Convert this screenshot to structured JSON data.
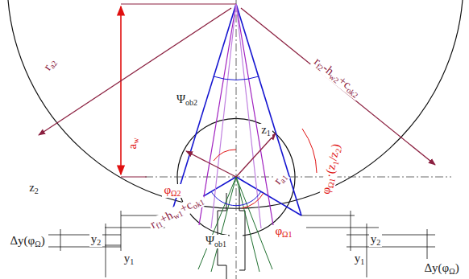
{
  "diagram": {
    "labels": [
      "ra2",
      "aw",
      "Ψob2",
      "rf2-hw2+cok2",
      "z1",
      "φΩ2",
      "rf1+hw1+cok1",
      "ra1",
      "φΩ1·(z1/z2)",
      "z2",
      "Ψob1",
      "φΩ1",
      "y2",
      "y1",
      "Δy(φΩ)",
      "y2",
      "y1",
      "Δy(φΩ)"
    ]
  }
}
